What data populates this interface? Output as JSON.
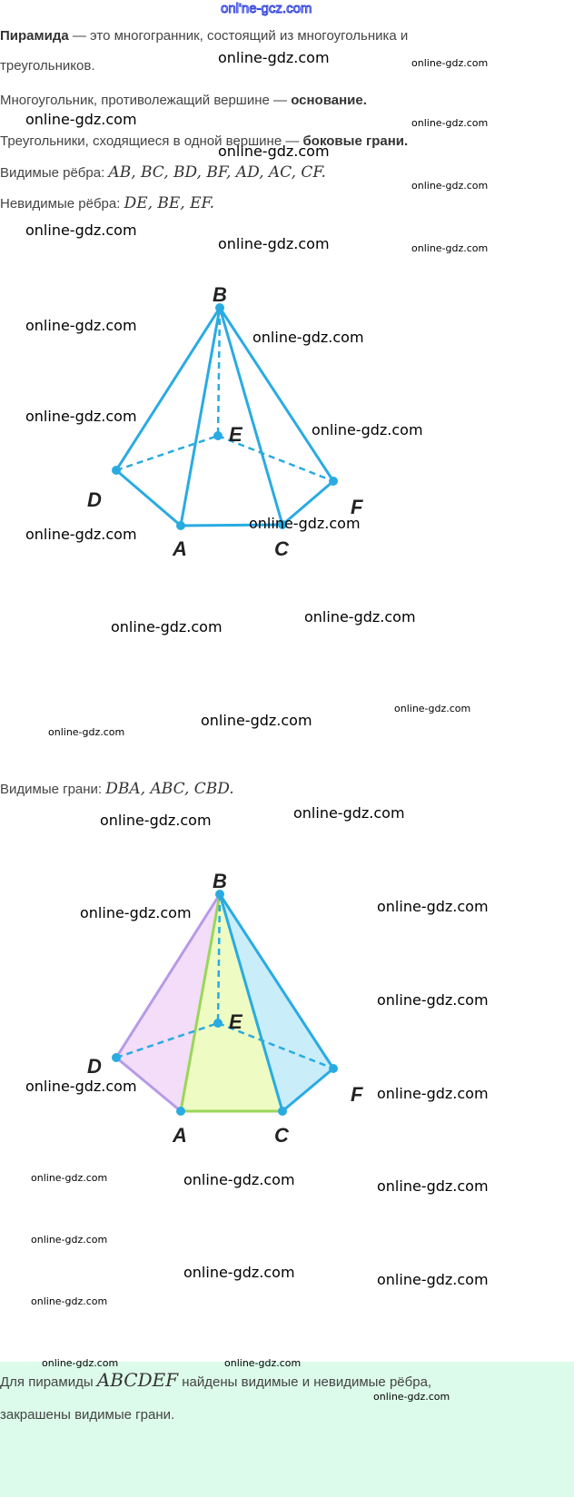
{
  "header_watermark": "onl'ne-gcz.com",
  "watermark": "online-gdz.com",
  "definition": {
    "term": "Пирамида",
    "rest1": " — это многогранник, состоящий из многоугольника и",
    "rest2": "треугольников.",
    "base_text": "Многоугольник, противолежащий вершине — ",
    "base_term": "основание.",
    "faces_text": "Треугольники, сходящиеся в одной вершине — ",
    "faces_term": "боковые грани."
  },
  "visible_edges": {
    "label": "Видимые рёбра: ",
    "value": "AB, BC, BD, BF, AD, AC, CF."
  },
  "invisible_edges": {
    "label": "Невидимые рёбра: ",
    "value": "DE, BE, EF."
  },
  "visible_faces": {
    "label": "Видимые грани: ",
    "value": "DBA, ABC, CBD."
  },
  "vertices": [
    "A",
    "B",
    "C",
    "D",
    "E",
    "F"
  ],
  "colors": {
    "edge": "#29abe2",
    "face_dba": "#f4ddf8",
    "face_abc": "#eefbc2",
    "face_cbf": "#c9edf9"
  },
  "note": {
    "line1_a": "Для пирамиды ",
    "name": "ABCDEF",
    "line1_b": " найдены видимые и невидимые рёбра,",
    "line2": "закрашены видимые грани."
  }
}
